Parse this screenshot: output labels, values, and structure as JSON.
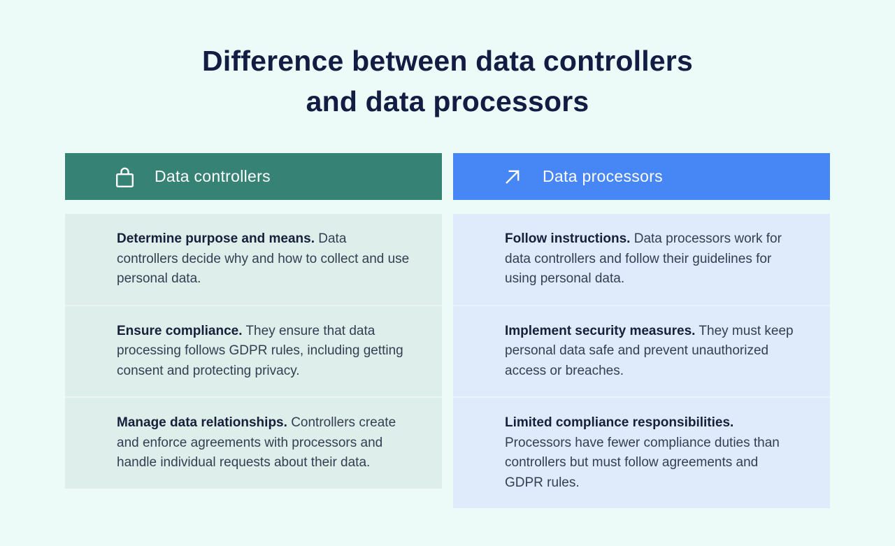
{
  "title": {
    "line1": "Difference between data controllers",
    "line2": "and data processors"
  },
  "columns": [
    {
      "id": "controllers",
      "header": {
        "label": "Data controllers",
        "icon": "lock-icon"
      },
      "rows": [
        {
          "lead": "Determine purpose and means.",
          "body": "Data controllers decide why and how to collect and use personal data."
        },
        {
          "lead": "Ensure compliance.",
          "body": "They ensure that data processing follows GDPR rules, including getting consent and protecting privacy."
        },
        {
          "lead": "Manage data relationships.",
          "body": "Controllers create and enforce agreements with processors and handle individual requests about their data."
        }
      ]
    },
    {
      "id": "processors",
      "header": {
        "label": "Data processors",
        "icon": "arrow-up-right-icon"
      },
      "rows": [
        {
          "lead": "Follow instructions.",
          "body": "Data processors work for data controllers and follow their guidelines for using personal data."
        },
        {
          "lead": "Implement security measures.",
          "body": "They must keep personal data safe and prevent unauthorized access or breaches."
        },
        {
          "lead": "Limited compliance responsibilities.",
          "body": "Processors have fewer compliance duties than controllers but must follow agreements and GDPR rules."
        }
      ]
    }
  ],
  "colors": {
    "page_bg": "#ECFBF8",
    "teal_header": "#368274",
    "blue_header": "#4686F5",
    "header_text": "#FFFFFF",
    "left_cell_bg": "#DEEEEA",
    "right_cell_bg": "#DFEBFA",
    "left_divider": "#EAF5F1",
    "right_divider": "#EAF2FC",
    "title_color": "#131C42",
    "lead_color": "#16203A",
    "body_color": "#333E52"
  }
}
